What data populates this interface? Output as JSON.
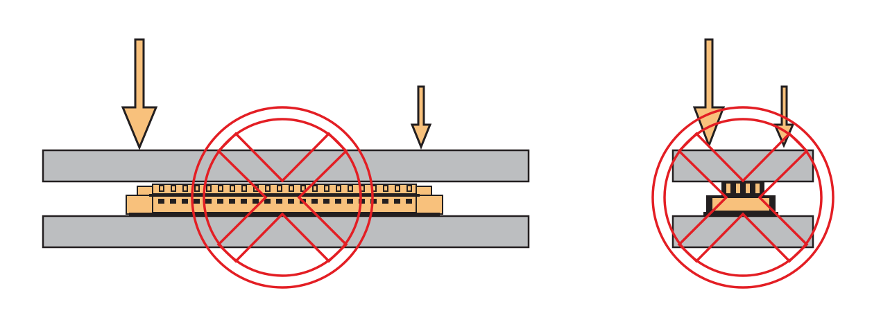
{
  "colors": {
    "board_fill": "#bcbec0",
    "board_stroke": "#231f20",
    "connector_fill": "#f8c17c",
    "connector_dark": "#231f20",
    "arrow_fill": "#f8c17c",
    "prohibit_red": "#e31e24",
    "background": "#ffffff"
  },
  "icons": {
    "prohibition": "prohibited-circle-x-icon",
    "force": "down-arrow-icon"
  },
  "panels": [
    {
      "name": "side-view-long",
      "arrows": [
        "large-force",
        "small-force"
      ],
      "prohibited": true
    },
    {
      "name": "end-view-short",
      "arrows": [
        "large-force",
        "small-force"
      ],
      "prohibited": true
    }
  ]
}
